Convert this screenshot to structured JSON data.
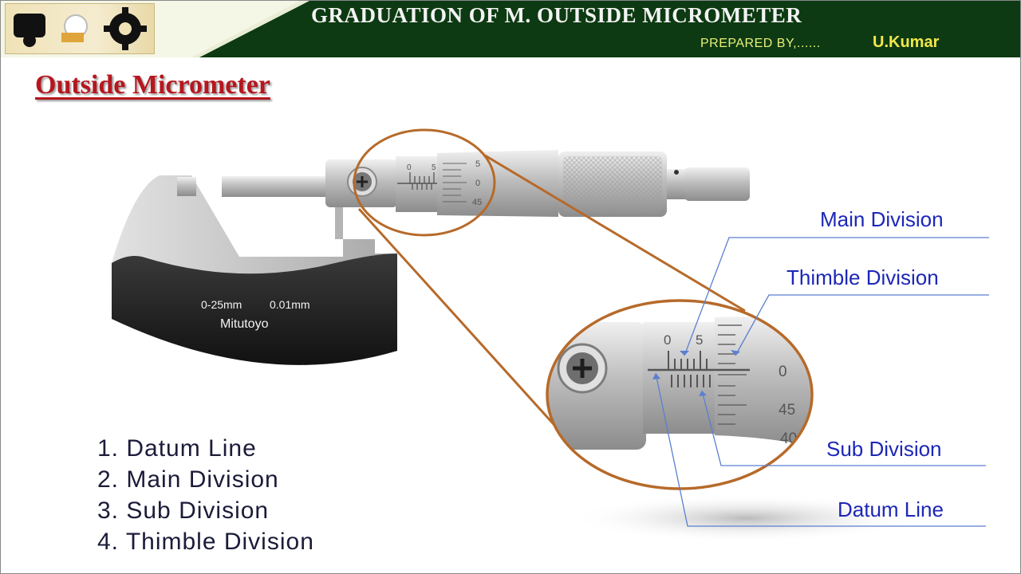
{
  "header": {
    "title": "GRADUATION OF M. OUTSIDE MICROMETER",
    "prepared_by": "PREPARED BY,......",
    "author": "U.Kumar"
  },
  "heading": "Outside Micrometer",
  "legend": [
    "1. Datum Line",
    "2. Main Division",
    "3. Sub Division",
    "4. Thimble Division"
  ],
  "callouts": {
    "main_division": "Main Division",
    "thimble_division": "Thimble Division",
    "sub_division": "Sub Division",
    "datum_line": "Datum Line"
  },
  "micrometer": {
    "range_label": "0-25mm",
    "resolution_label": "0.01mm",
    "brand": "Mitutoyo",
    "sleeve_numbers": [
      "0",
      "5"
    ],
    "thimble_numbers": [
      "5",
      "0",
      "45"
    ]
  },
  "zoom": {
    "sleeve_numbers": [
      "0",
      "5"
    ],
    "thimble_numbers": [
      "0",
      "45",
      "40"
    ]
  },
  "colors": {
    "header_bg": "#0d3a12",
    "heading": "#b6161e",
    "callout_text": "#1c27b8",
    "zoom_ring": "#b66a2a"
  }
}
